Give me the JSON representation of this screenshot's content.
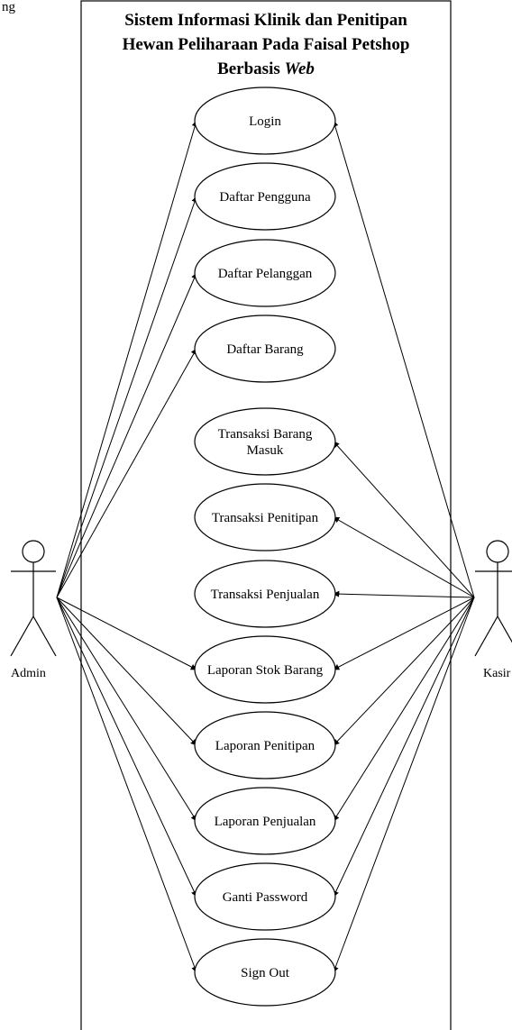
{
  "figure_caption": "ng",
  "system": {
    "title_line1": "Sistem Informasi Klinik dan Penitipan",
    "title_line2": "Hewan Peliharaan Pada Faisal Petshop",
    "title_line3_prefix": "Berbasis ",
    "title_line3_italic": "Web"
  },
  "actors": {
    "admin": "Admin",
    "kasir": "Kasir"
  },
  "use_cases": [
    {
      "id": "login",
      "label": [
        "Login"
      ],
      "admin": true,
      "kasir": true
    },
    {
      "id": "daftar-pengguna",
      "label": [
        "Daftar Pengguna"
      ],
      "admin": true,
      "kasir": false
    },
    {
      "id": "daftar-pelanggan",
      "label": [
        "Daftar Pelanggan"
      ],
      "admin": true,
      "kasir": false
    },
    {
      "id": "daftar-barang",
      "label": [
        "Daftar Barang"
      ],
      "admin": true,
      "kasir": false
    },
    {
      "id": "transaksi-barang-masuk",
      "label": [
        "Transaksi Barang",
        "Masuk"
      ],
      "admin": false,
      "kasir": true
    },
    {
      "id": "transaksi-penitipan",
      "label": [
        "Transaksi Penitipan"
      ],
      "admin": false,
      "kasir": true
    },
    {
      "id": "transaksi-penjualan",
      "label": [
        "Transaksi Penjualan"
      ],
      "admin": false,
      "kasir": true
    },
    {
      "id": "laporan-stok-barang",
      "label": [
        "Laporan Stok Barang"
      ],
      "admin": true,
      "kasir": true
    },
    {
      "id": "laporan-penitipan",
      "label": [
        "Laporan Penitipan"
      ],
      "admin": true,
      "kasir": true
    },
    {
      "id": "laporan-penjualan",
      "label": [
        "Laporan Penjualan"
      ],
      "admin": true,
      "kasir": true
    },
    {
      "id": "ganti-password",
      "label": [
        "Ganti Password"
      ],
      "admin": true,
      "kasir": true
    },
    {
      "id": "sign-out",
      "label": [
        "Sign Out"
      ],
      "admin": true,
      "kasir": true
    }
  ]
}
